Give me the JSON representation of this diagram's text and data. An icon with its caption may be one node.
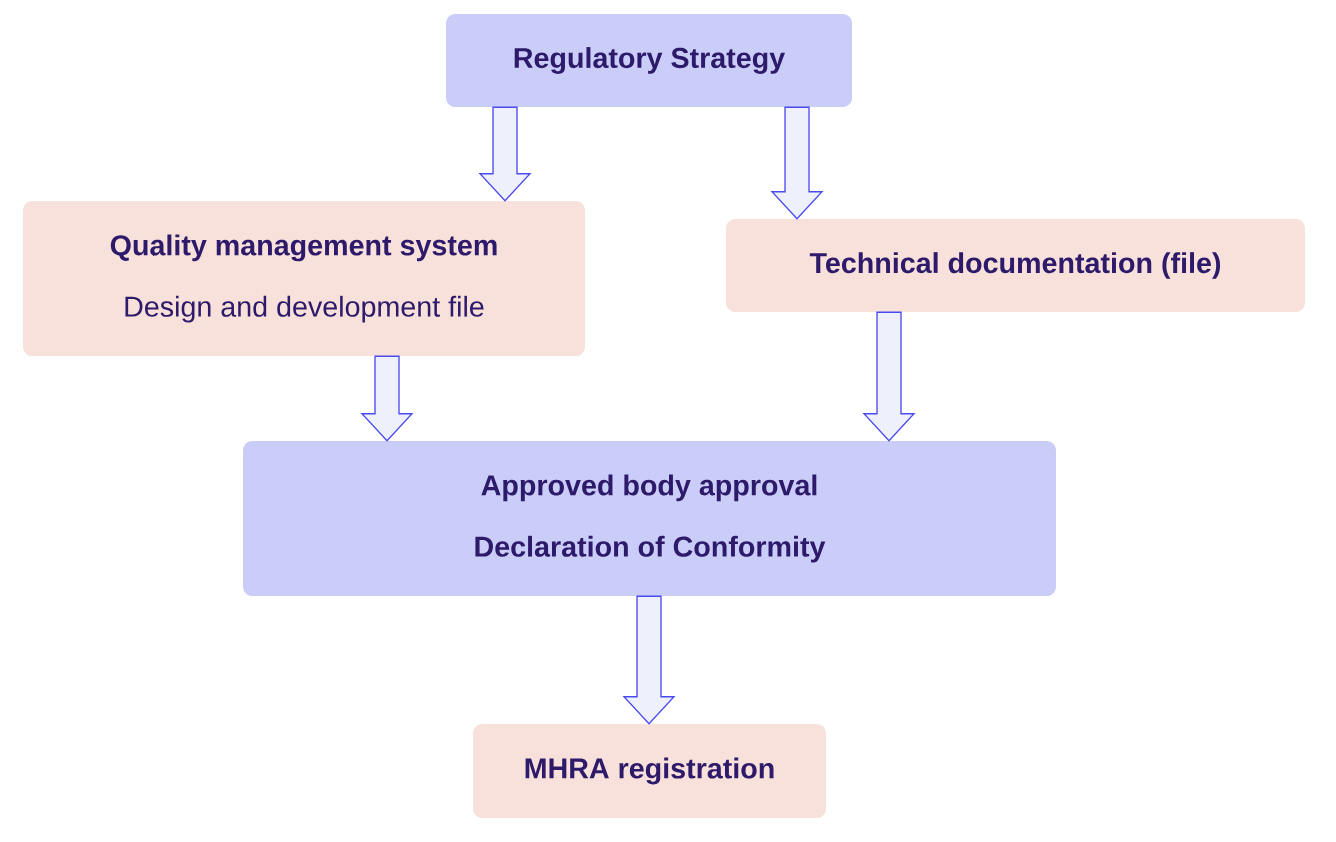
{
  "diagram": {
    "nodes": [
      {
        "text": [
          "Regulatory Strategy"
        ]
      },
      {
        "text": [
          "Quality management system",
          "Design and development file"
        ]
      },
      {
        "text": [
          "Technical documentation (file)"
        ]
      },
      {
        "text": [
          "Approved body approval",
          "Declaration of Conformity"
        ]
      },
      {
        "text": [
          "MHRA registration"
        ]
      }
    ],
    "edges": [
      {
        "from": 0,
        "to": 1,
        "arrow": "to"
      },
      {
        "from": 0,
        "to": 2,
        "arrow": "to"
      },
      {
        "from": 1,
        "to": 3,
        "arrow": "to"
      },
      {
        "from": 2,
        "to": 3,
        "arrow": "to"
      },
      {
        "from": 3,
        "to": 4,
        "arrow": "to"
      }
    ]
  }
}
